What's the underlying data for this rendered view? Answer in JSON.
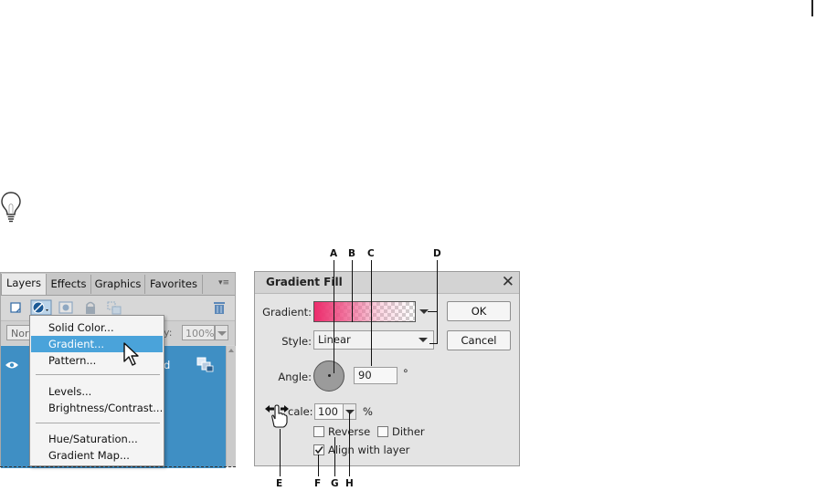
{
  "layers_panel": {
    "tabs": [
      {
        "label": "Layers",
        "active": true
      },
      {
        "label": "Effects",
        "active": false
      },
      {
        "label": "Graphics",
        "active": false
      },
      {
        "label": "Favorites",
        "active": false
      }
    ],
    "panel_menu_glyph": "▾≡",
    "blend_mode": "Nor",
    "opacity_label": "y:",
    "opacity_value": "100%",
    "layer_name_fragment": "d",
    "icons": [
      "new-layer-icon",
      "adjustment-layer-icon",
      "layer-mask-icon",
      "lock-icon",
      "link-icon",
      "trash-icon",
      "eye-icon"
    ]
  },
  "adjustment_menu": {
    "items": [
      {
        "label": "Solid Color...",
        "selected": false
      },
      {
        "label": "Gradient...",
        "selected": true
      },
      {
        "label": "Pattern...",
        "selected": false
      },
      {
        "label": "Levels...",
        "selected": false
      },
      {
        "label": "Brightness/Contrast...",
        "selected": false
      },
      {
        "label": "Hue/Saturation...",
        "selected": false
      },
      {
        "label": "Gradient Map...",
        "selected": false
      }
    ]
  },
  "dialog": {
    "title": "Gradient Fill",
    "gradient_label": "Gradient:",
    "style_label": "Style:",
    "style_value": "Linear",
    "angle_label": "Angle:",
    "angle_value": "90",
    "angle_unit": "°",
    "scale_label": "cale:",
    "scale_value": "100",
    "scale_unit": "%",
    "reverse_label": "Reverse",
    "dither_label": "Dither",
    "align_label": "Align with layer",
    "reverse_checked": false,
    "dither_checked": false,
    "align_checked": true,
    "ok_label": "OK",
    "cancel_label": "Cancel",
    "gradient_colors": [
      "#ec2c6c",
      "#ffffff"
    ]
  },
  "callouts": {
    "A": "A",
    "B": "B",
    "C": "C",
    "D": "D",
    "E": "E",
    "F": "F",
    "G": "G",
    "H": "H"
  },
  "colors": {
    "selection_blue": "#4aa3da",
    "layer_row_blue": "#3f8fc4"
  }
}
